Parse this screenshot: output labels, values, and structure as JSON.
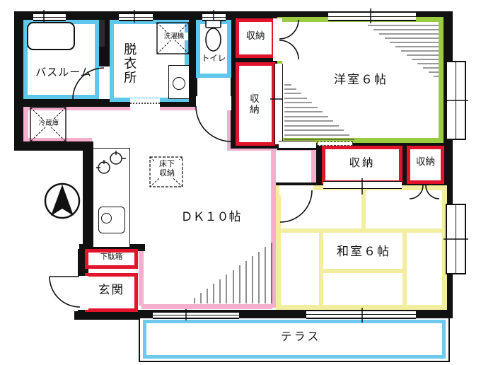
{
  "type": "japanese-apartment-floor-plan",
  "plan": {
    "bathroom": "バスルーム",
    "dressing_room": "脱衣所",
    "washing_machine": "洗濯機",
    "toilet": "トイレ",
    "refrigerator": "冷蔵庫",
    "floor_storage_line1": "床下",
    "floor_storage_line2": "収納",
    "dining_kitchen": "ＤＫ１０帖",
    "western_room": "洋室６帖",
    "japanese_room": "和室６帖",
    "closet_top": "収納",
    "closet_tall": "収納",
    "closet_large": "収納",
    "closet_small": "収納",
    "shoe_cabinet": "下駄箱",
    "entrance": "玄関",
    "terrace": "テラス"
  },
  "colors": {
    "wall": "#111111",
    "water": "#5EC7EB",
    "west": "#9BCB3E",
    "jap": "#F3EDA0",
    "red": "#E2132B",
    "pink": "#F6AECF",
    "terrace": "#6FC9EC"
  }
}
